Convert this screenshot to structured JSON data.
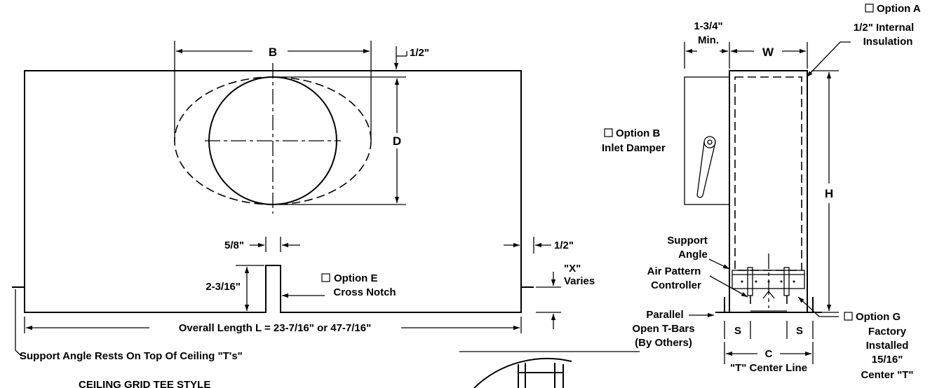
{
  "front_view": {
    "dim_B": "B",
    "dim_half_top": "1/2\"",
    "dim_D": "D",
    "dim_five_eighths": "5/8\"",
    "dim_half_right": "1/2\"",
    "dim_notch_height": "2-3/16\"",
    "x_varies_line1": "\"X\"",
    "x_varies_line2": "Varies",
    "option_e_line1": "Option E",
    "option_e_line2": "Cross Notch",
    "overall_length": "Overall Length L = 23-7/16\" or 47-7/16\"",
    "support_angle_note": "Support Angle Rests On Top Of Ceiling \"T's\"",
    "style_title": "CEILING GRID TEE STYLE"
  },
  "side_view": {
    "dim_min_line1": "1-3/4\"",
    "dim_min_line2": "Min.",
    "dim_W": "W",
    "option_a_line1": "Option A",
    "option_a_line2": "1/2\" Internal",
    "option_a_line3": "Insulation",
    "option_b_line1": "Option B",
    "option_b_line2": "Inlet Damper",
    "dim_H": "H",
    "support_angle_line1": "Support",
    "support_angle_line2": "Angle",
    "air_pattern_line1": "Air Pattern",
    "air_pattern_line2": "Controller",
    "parallel_line1": "Parallel",
    "parallel_line2": "Open T-Bars",
    "parallel_line3": "(By Others)",
    "dim_S_left": "S",
    "dim_S_right": "S",
    "dim_C": "C",
    "t_center_line": "\"T\" Center Line",
    "option_g_line1": "Option G",
    "option_g_line2": "Factory",
    "option_g_line3": "Installed",
    "option_g_line4": "15/16\"",
    "option_g_line5": "Center \"T\""
  }
}
